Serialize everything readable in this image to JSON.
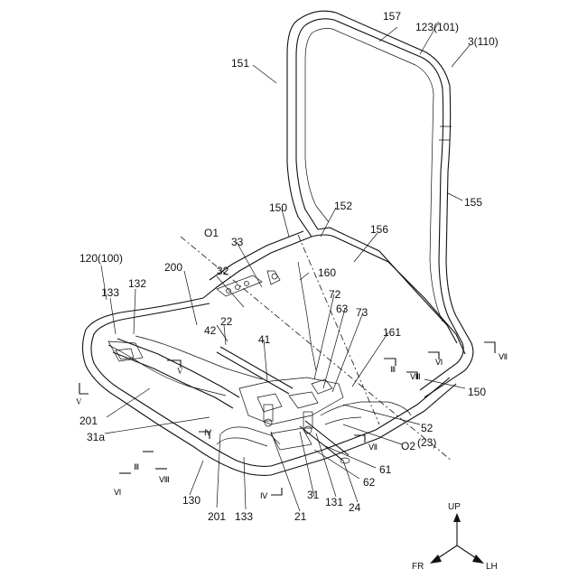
{
  "labels": {
    "l157": "157",
    "l123": "123(101)",
    "l3": "3(110)",
    "l151": "151",
    "l155": "155",
    "l150a": "150",
    "l152": "152",
    "l156": "156",
    "lO1": "O1",
    "l33": "33",
    "l120": "120(100)",
    "l200": "200",
    "l32": "32",
    "l160": "160",
    "l72": "72",
    "l133a": "133",
    "l132": "132",
    "l63": "63",
    "l73": "73",
    "l42": "42",
    "l22": "22",
    "l41": "41",
    "l161": "161",
    "l150b": "150",
    "l201a": "201",
    "l31a": "31a",
    "l52": "52",
    "l23": "(23)",
    "lO2": "O2",
    "l61": "61",
    "l62": "62",
    "l130": "130",
    "l201b": "201",
    "l133b": "133",
    "l21": "21",
    "l31": "31",
    "l131": "131",
    "l24": "24",
    "up": "UP",
    "fr": "FR",
    "lh": "LH"
  },
  "sections": {
    "v1": "V",
    "v2": "V",
    "iii1": "Ⅲ",
    "iii2": "Ⅲ",
    "vi1": "Ⅵ",
    "vi2": "Ⅵ",
    "vii1": "Ⅶ",
    "vii2": "Ⅶ",
    "viii1": "Ⅷ",
    "viii2": "Ⅷ",
    "iv1": "Ⅳ",
    "iv2": "Ⅳ"
  }
}
